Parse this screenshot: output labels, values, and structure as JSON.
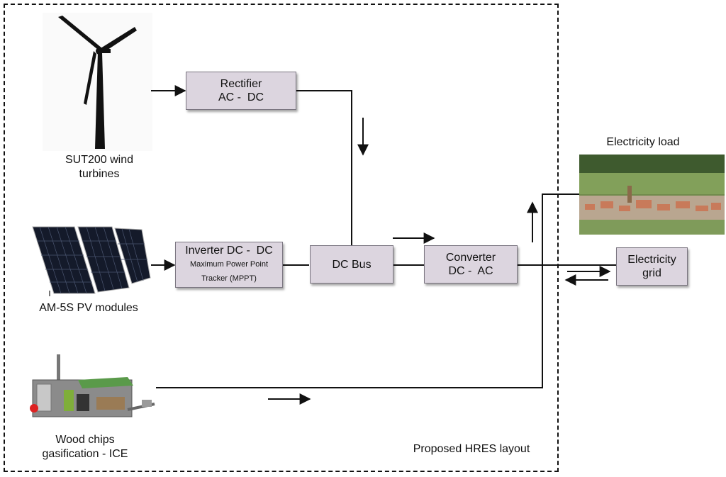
{
  "sources": {
    "wind": {
      "label": "SUT200 wind\nturbines"
    },
    "pv": {
      "label": "AM-5S PV modules"
    },
    "biomass": {
      "label": "Wood chips\ngasification - ICE"
    }
  },
  "blocks": {
    "rectifier": {
      "line1": "Rectifier",
      "line2": "AC -  DC"
    },
    "inverter": {
      "title": "Inverter DC -  DC",
      "sub": "Maximum Power Point\nTracker (MPPT)"
    },
    "dc_bus": {
      "label": "DC Bus"
    },
    "converter": {
      "line1": "Converter",
      "line2": "DC -  AC"
    },
    "grid": {
      "line1": "Electricity",
      "line2": "grid"
    }
  },
  "load": {
    "label": "Electricity load"
  },
  "layout_caption": "Proposed HRES layout",
  "colors": {
    "block_fill": "#dcd5df",
    "block_border": "#7a7580",
    "line": "#111111"
  }
}
